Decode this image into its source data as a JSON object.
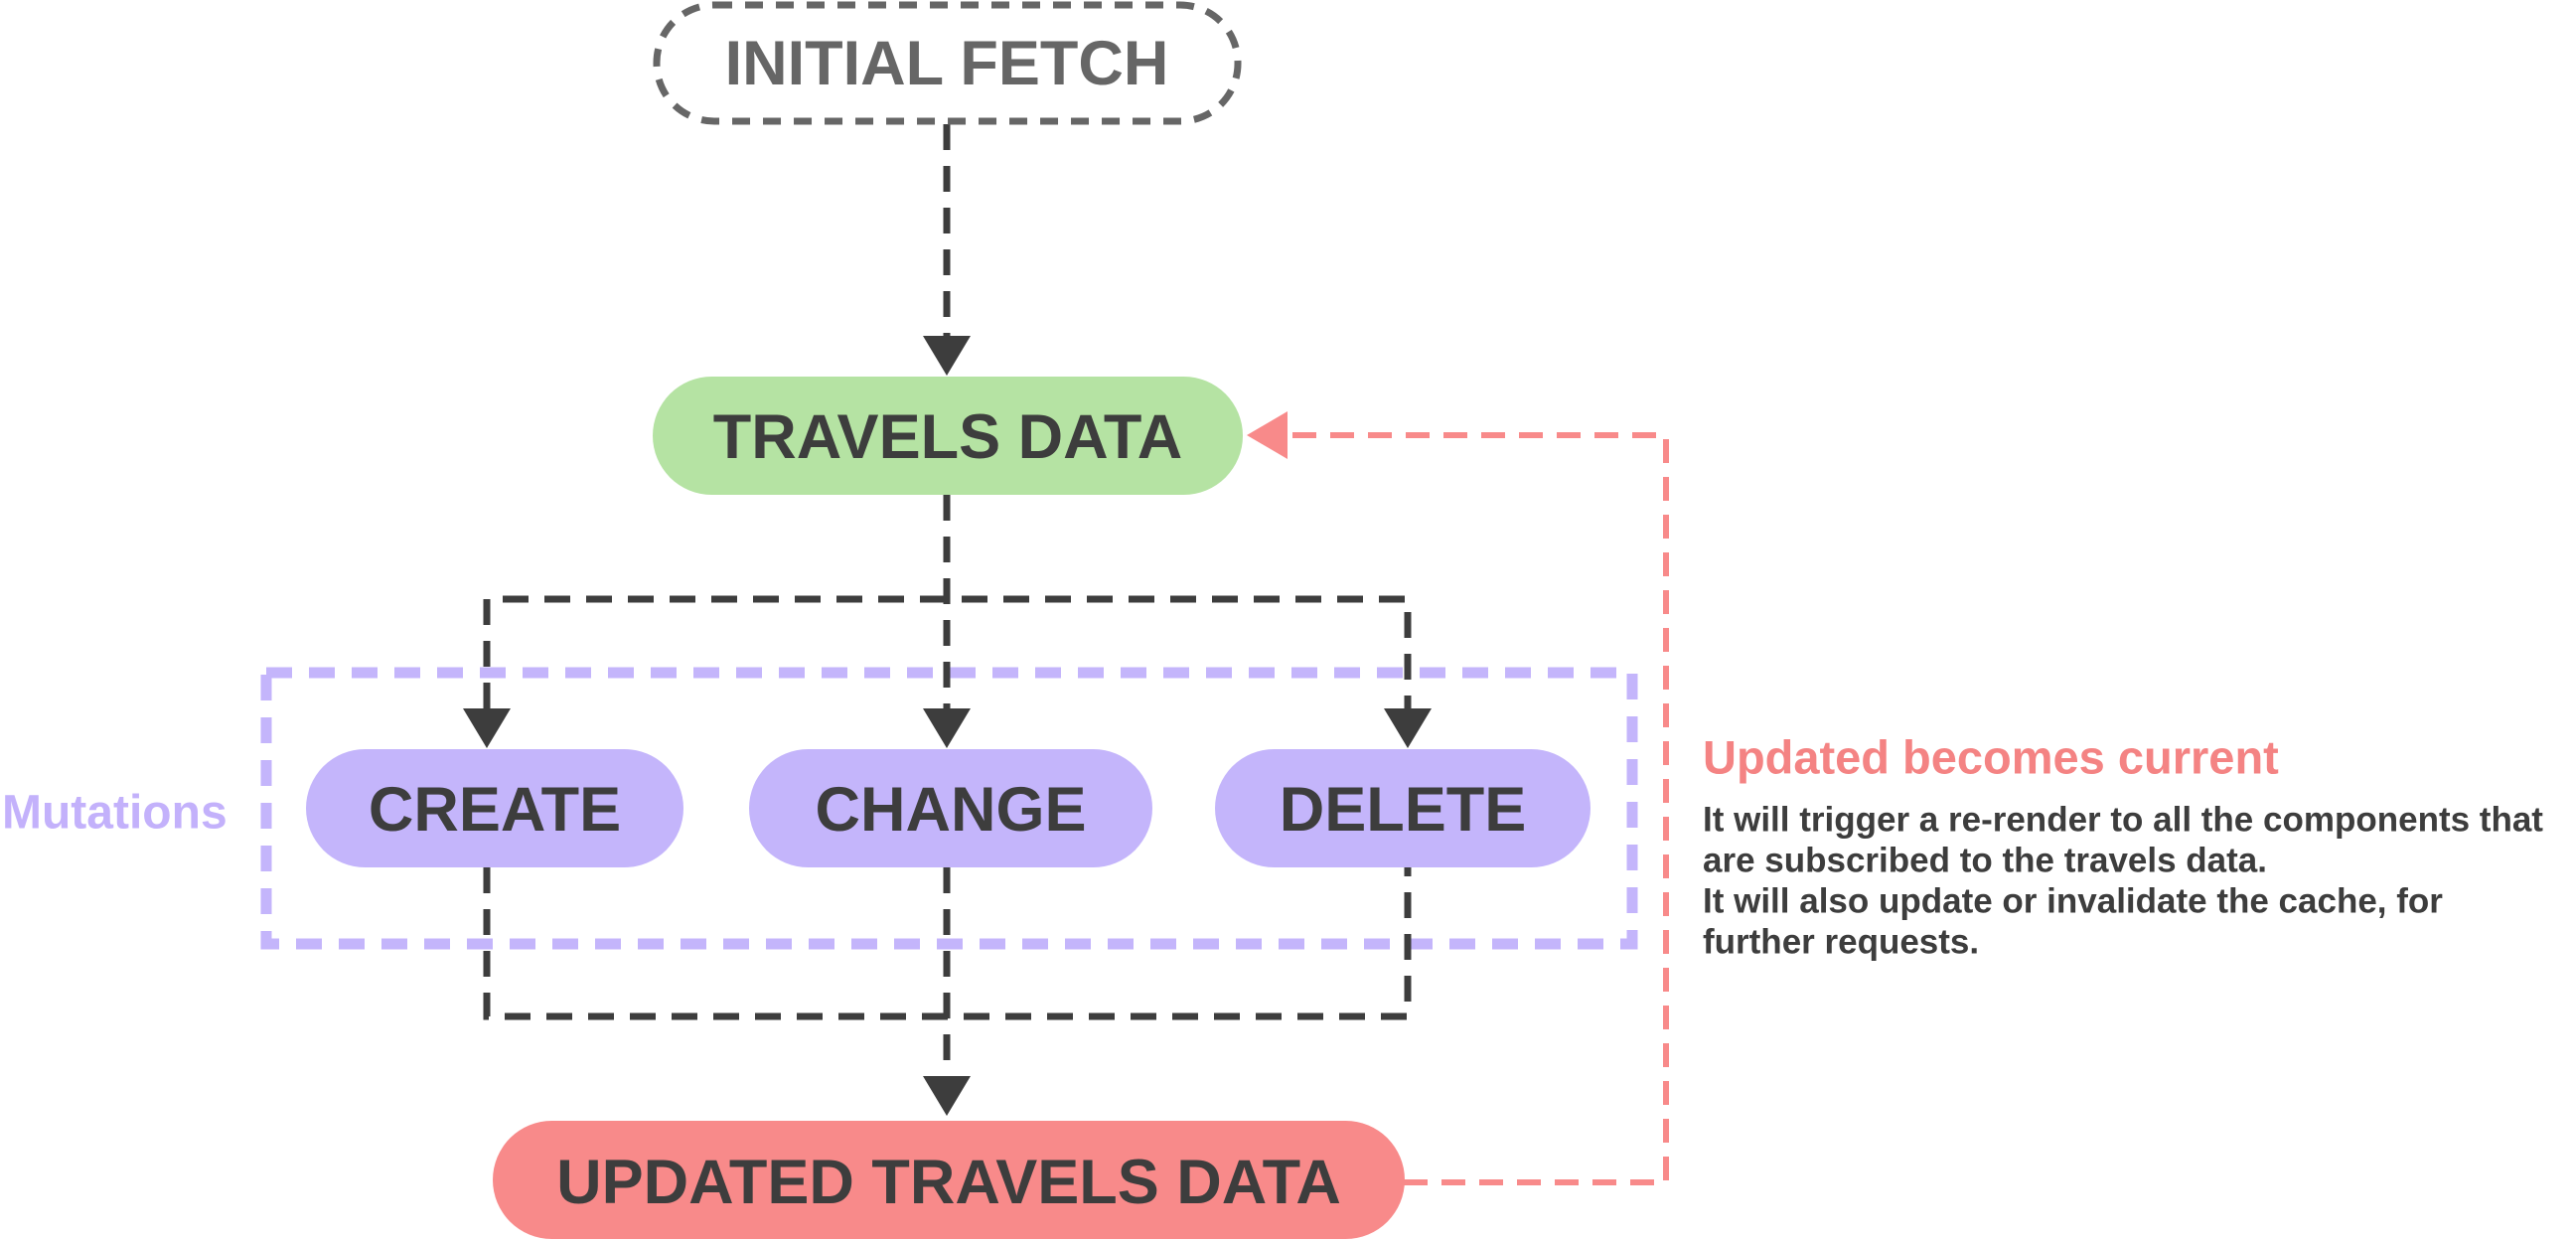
{
  "colors": {
    "dark": "#3d3d3d",
    "gray": "#666666",
    "green": "#b5e3a3",
    "purple": "#c4b5fb",
    "purple_text": "#c3b1fb",
    "red": "#f88a8a",
    "red_text": "#f48383",
    "white": "#ffffff"
  },
  "nodes": {
    "initial_fetch": "INITIAL FETCH",
    "travels_data": "TRAVELS DATA",
    "create": "CREATE",
    "change": "CHANGE",
    "delete": "DELETE",
    "updated_travels_data": "UPDATED TRAVELS DATA"
  },
  "group": {
    "label": "Mutations"
  },
  "note": {
    "title": "Updated becomes current",
    "lines": [
      "It will trigger a re-render to all the components that",
      "are subscribed to the travels data.",
      "It will also update or invalidate the cache, for",
      "further requests."
    ]
  }
}
